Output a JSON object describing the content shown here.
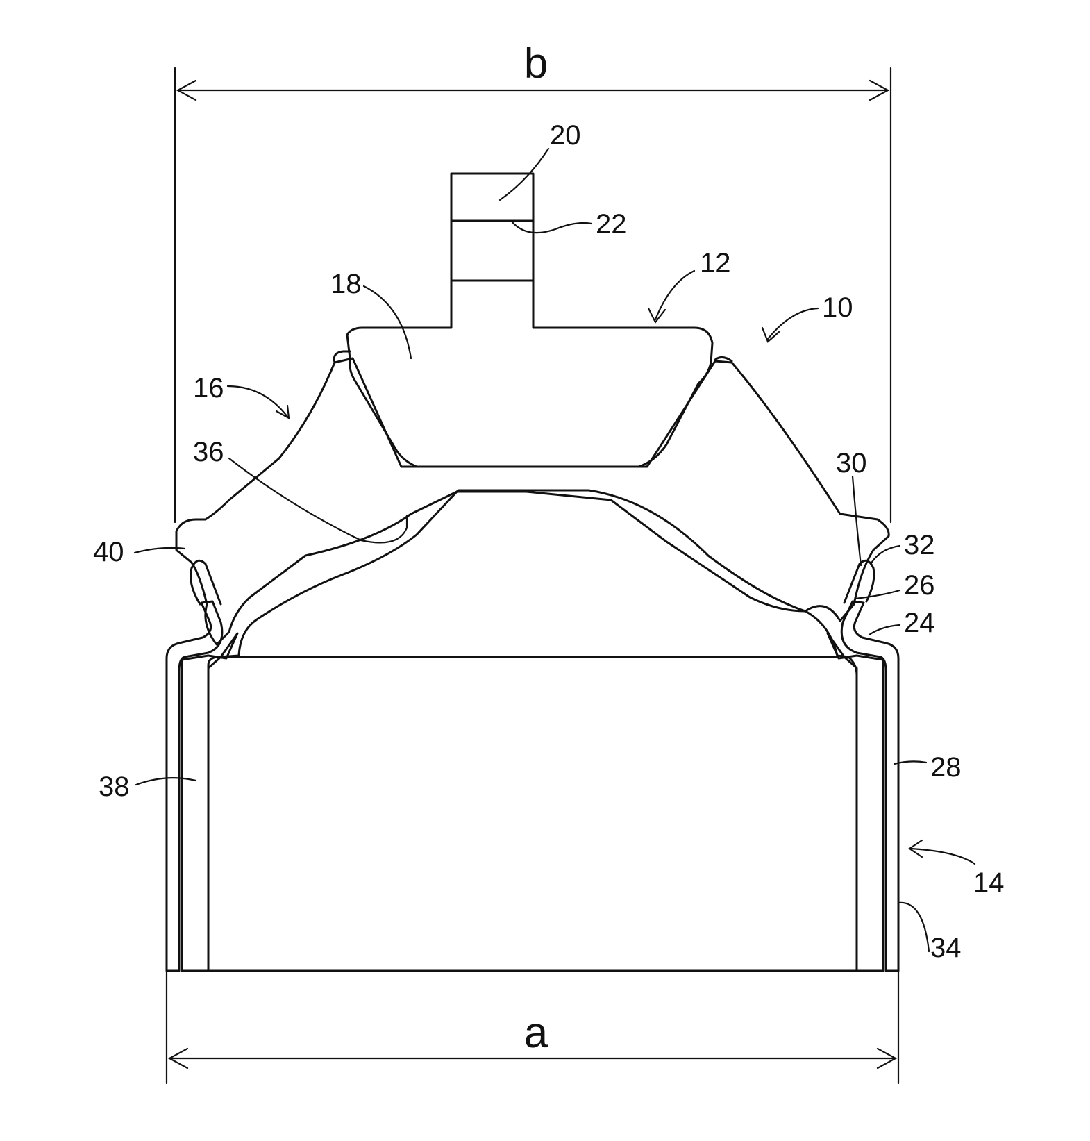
{
  "figure": {
    "dimensions": {
      "top": "b",
      "bottom": "a"
    },
    "labels": {
      "l10": "10",
      "l12": "12",
      "l14": "14",
      "l16": "16",
      "l18": "18",
      "l20": "20",
      "l22": "22",
      "l24": "24",
      "l26": "26",
      "l28": "28",
      "l30": "30",
      "l32": "32",
      "l34": "34",
      "l36": "36",
      "l38": "38",
      "l40": "40"
    }
  }
}
